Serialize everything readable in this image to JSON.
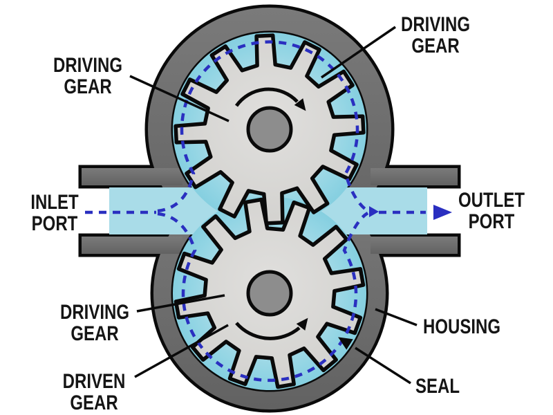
{
  "labels": {
    "driving_gear_top_left": {
      "line1": "DRIVING",
      "line2": "GEAR"
    },
    "driving_gear_top_right": {
      "line1": "DRIVING",
      "line2": "GEAR"
    },
    "inlet_port": {
      "line1": "INLET",
      "line2": "PORT"
    },
    "outlet_port": {
      "line1": "OUTLET",
      "line2": "PORT"
    },
    "driving_gear_bottom": {
      "line1": "DRIVING",
      "line2": "GEAR"
    },
    "driven_gear": {
      "line1": "DRIVEN",
      "line2": "GEAR"
    },
    "housing": "HOUSING",
    "seal": "SEAL"
  },
  "colors": {
    "housing_gray": "#6d6d6d",
    "outline_black": "#0a0a0a",
    "fluid_blue": "#a6dae6",
    "fluid_deep_blue": "#85cfe0",
    "gear_gray": "#d9d8d6",
    "hub_gray": "#8d8d8d",
    "flow_dash_blue": "#2a2fc0",
    "background": "#ffffff"
  }
}
